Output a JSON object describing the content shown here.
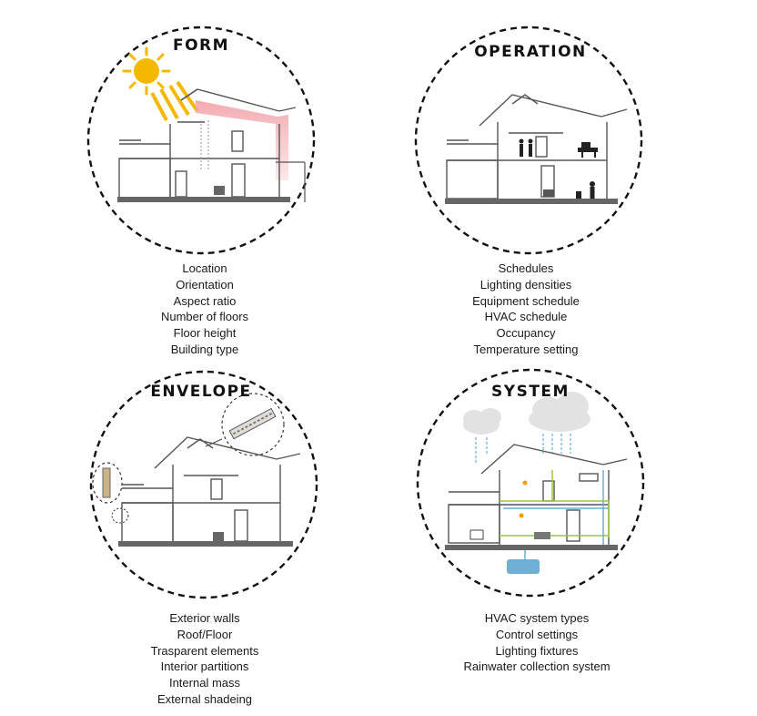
{
  "panels": {
    "form": {
      "title": "FORM",
      "items": [
        "Location",
        "Orientation",
        "Aspect ratio",
        "Number of floors",
        "Floor height",
        "Building type"
      ]
    },
    "operation": {
      "title": "OPERATION",
      "items": [
        "Schedules",
        "Lighting densities",
        "Equipment schedule",
        "HVAC schedule",
        "Occupancy",
        "Temperature setting"
      ]
    },
    "envelope": {
      "title": "ENVELOPE",
      "items": [
        "Exterior walls",
        "Roof/Floor",
        "Trasparent elements",
        "Interior partitions",
        "Internal mass",
        "External shadeing"
      ]
    },
    "system": {
      "title": "SYSTEM",
      "items": [
        "HVAC system types",
        "Control settings",
        "Lighting fixtures",
        "Rainwater collection system"
      ]
    }
  },
  "colors": {
    "sun": "#f5b800",
    "heat": "#f2a2a8",
    "water": "#6aaed8",
    "green_pipe": "#9cc63c",
    "rain_tank": "#6faed5"
  }
}
